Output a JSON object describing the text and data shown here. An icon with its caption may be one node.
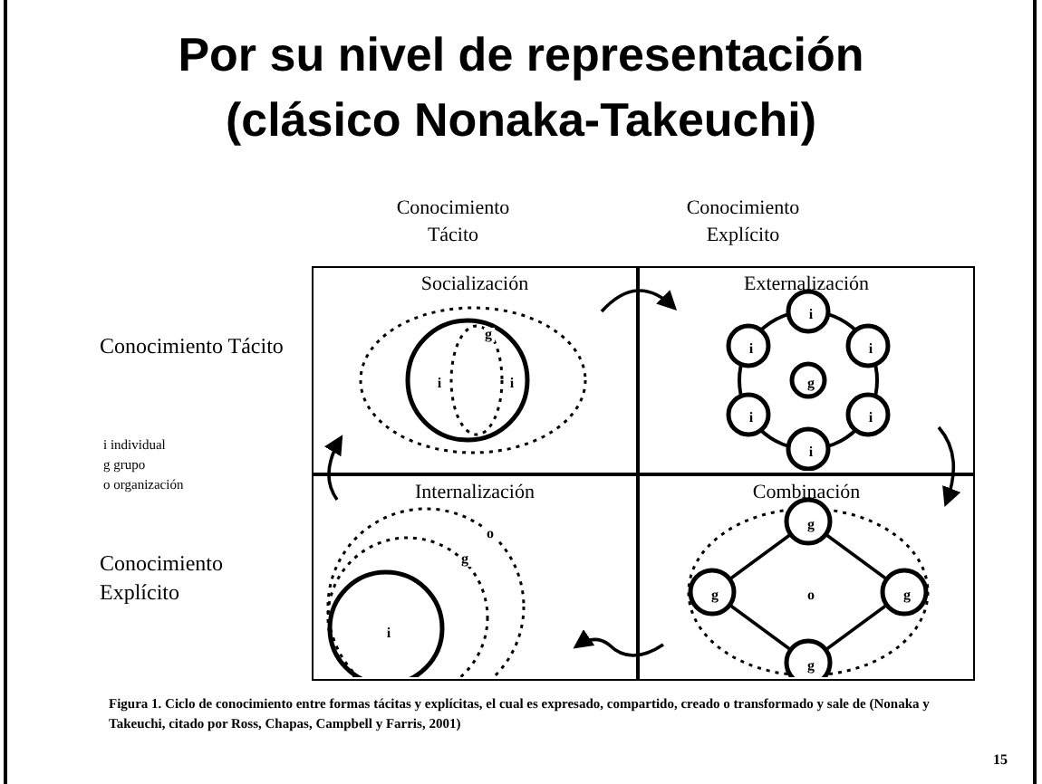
{
  "diagram": {
    "title": "Por su nivel de representación (clásico Nonaka-Takeuchi)",
    "caption": "Figura 1. Ciclo de conocimiento entre formas tácitas y explícitas, el cual es expresado, compartido, creado o transformado y sale de (Nonaka y Takeuchi, citado por Ross, Chapas, Campbell y Farris, 2001)",
    "nodes": [
      {
        "text": [
          "Socialización"
        ]
      },
      {
        "text": [
          "Externalización"
        ]
      },
      {
        "text": [
          "Internalización"
        ]
      },
      {
        "text": [
          "Combinación"
        ]
      }
    ],
    "edges": [
      {
        "from": 0,
        "to": 1,
        "arrow": "to"
      },
      {
        "from": 1,
        "to": 3,
        "arrow": "to"
      },
      {
        "from": 3,
        "to": 2,
        "arrow": "to"
      },
      {
        "from": 2,
        "to": 0,
        "arrow": "to"
      }
    ],
    "labels": [
      "Conocimiento Tácito",
      "Conocimiento Explícito",
      "Conocimiento Tácito",
      "Conocimiento Explícito",
      "i individual",
      "g grupo",
      "o organización",
      "g",
      "i",
      "i",
      "i",
      "i",
      "i",
      "g",
      "i",
      "i",
      "i",
      "o",
      "g",
      "i",
      "g",
      "g",
      "o",
      "g",
      "g",
      "15"
    ]
  }
}
